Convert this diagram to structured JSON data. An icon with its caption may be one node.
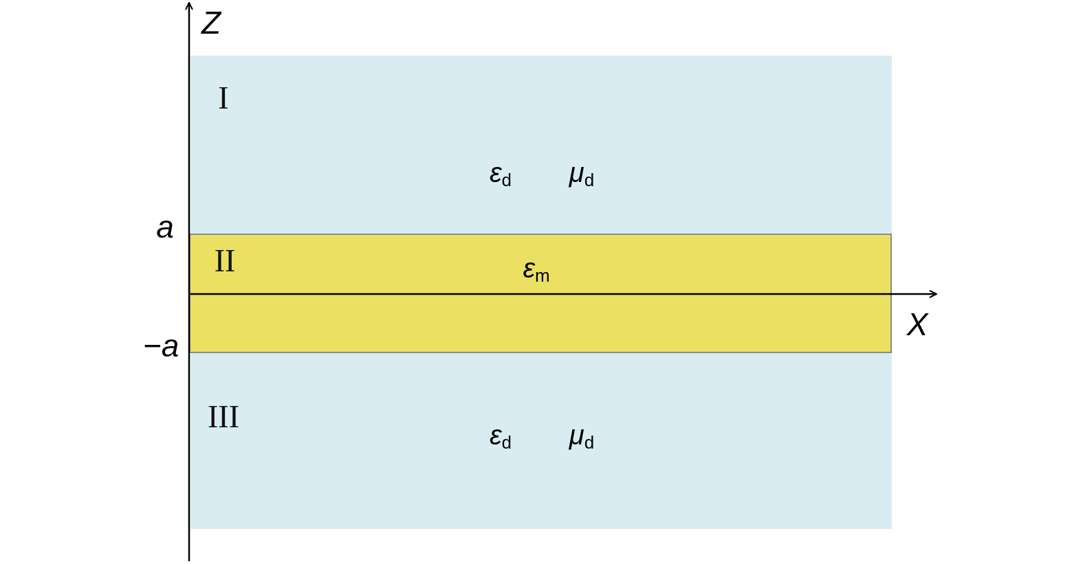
{
  "diagram": {
    "nodes": [
      {
        "text": [
          "I",
          "*ε*$_{d}$",
          "*μ*$_{d}$"
        ]
      },
      {
        "text": [
          "II",
          "*ε*$_{m}$"
        ]
      },
      {
        "text": [
          "III",
          "*ε*$_{d}$",
          "*μ*$_{d}$"
        ]
      }
    ],
    "labels": [
      "Z",
      "X",
      "a",
      "−a"
    ]
  }
}
